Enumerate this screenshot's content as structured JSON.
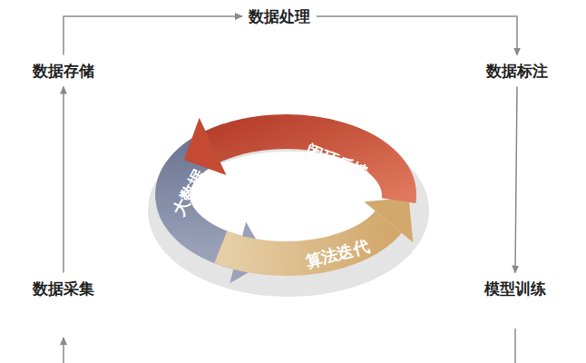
{
  "diagram": {
    "nodes": [
      {
        "text": [
          "数据处理"
        ]
      },
      {
        "text": [
          "数据存储"
        ]
      },
      {
        "text": [
          "数据标注"
        ]
      },
      {
        "text": [
          "闭环反馈"
        ]
      },
      {
        "text": [
          "大数据"
        ]
      },
      {
        "text": [
          "算法迭代"
        ]
      },
      {
        "text": [
          "数据采集"
        ]
      },
      {
        "text": [
          "模型训练"
        ]
      }
    ],
    "edges": [
      {
        "from": 1,
        "to": 0,
        "arrow": "to"
      },
      {
        "from": 0,
        "to": 2,
        "arrow": "to"
      },
      {
        "from": 2,
        "to": 7,
        "arrow": "to"
      },
      {
        "from": 6,
        "to": 1,
        "arrow": "to"
      }
    ]
  }
}
